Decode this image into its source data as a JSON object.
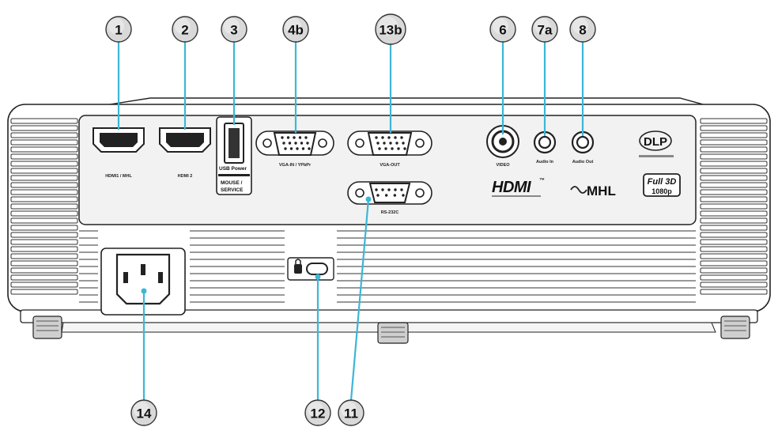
{
  "callouts": [
    {
      "id": "c1",
      "label": "1"
    },
    {
      "id": "c2",
      "label": "2"
    },
    {
      "id": "c3",
      "label": "3"
    },
    {
      "id": "c4b",
      "label": "4b"
    },
    {
      "id": "c13b",
      "label": "13b"
    },
    {
      "id": "c6",
      "label": "6"
    },
    {
      "id": "c7a",
      "label": "7a"
    },
    {
      "id": "c8",
      "label": "8"
    },
    {
      "id": "c14",
      "label": "14"
    },
    {
      "id": "c12",
      "label": "12"
    },
    {
      "id": "c11",
      "label": "11"
    }
  ],
  "ports": {
    "hdmi1": "HDMI1 / MHL",
    "hdmi2": "HDMI 2",
    "usb_power": "USB Power",
    "usb_service_1": "MOUSE /",
    "usb_service_2": "SERVICE",
    "vga_in": "VGA-IN / YPbPr",
    "vga_out": "VGA-OUT",
    "video": "VIDEO",
    "audio_in": "Audio In",
    "audio_out": "Audio Out",
    "rs232": "RS-232C"
  },
  "logos": {
    "hdmi": "HDMI",
    "hdmi_tm": "™",
    "mhl": "MHL",
    "full3d": "Full 3D",
    "full3d_res": "1080p",
    "dlp": "DLP"
  },
  "colors": {
    "leader": "#3cb7d6",
    "callout_fill": "#d9d9d9",
    "panel": "#f2f2f2",
    "body": "#ffffff",
    "stroke": "#222222"
  }
}
